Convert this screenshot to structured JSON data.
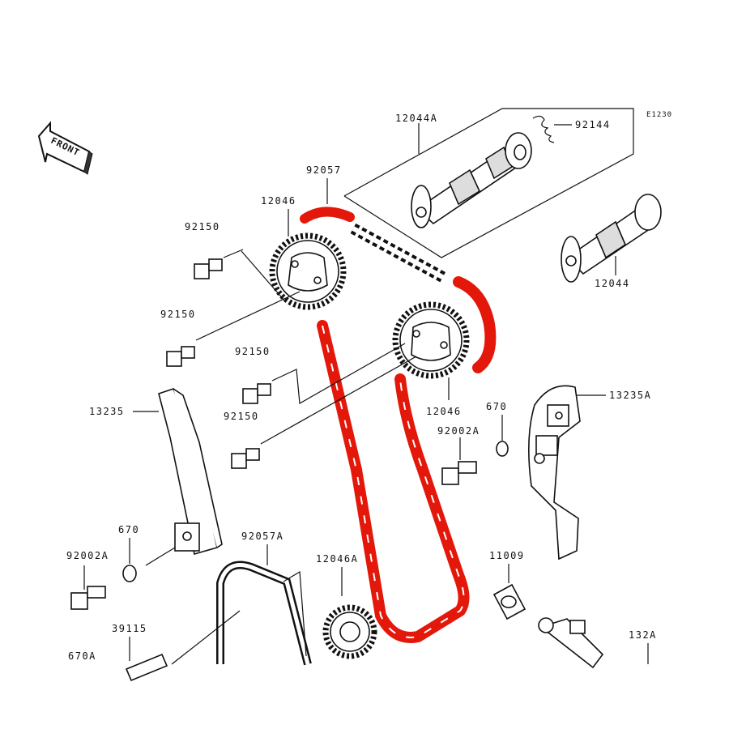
{
  "diagram_code": "E1230",
  "front_label": "FRONT",
  "colors": {
    "chain_highlight": "#e3180a",
    "line": "#111111"
  },
  "labels": {
    "p12044A": "12044A",
    "p92144": "92144",
    "p92057": "92057",
    "p12046_top": "12046",
    "p92150_a": "92150",
    "p92150_b": "92150",
    "p92150_c": "92150",
    "p92150_d": "92150",
    "p12044": "12044",
    "p12046_mid": "12046",
    "p670_right": "670",
    "p13235A": "13235A",
    "p92002A_right": "92002A",
    "p13235": "13235",
    "p670_left": "670",
    "p92002A_left": "92002A",
    "p92057A": "92057A",
    "p12046A": "12046A",
    "p11009": "11009",
    "p39115": "39115",
    "p670A": "670A",
    "p132A": "132A"
  }
}
